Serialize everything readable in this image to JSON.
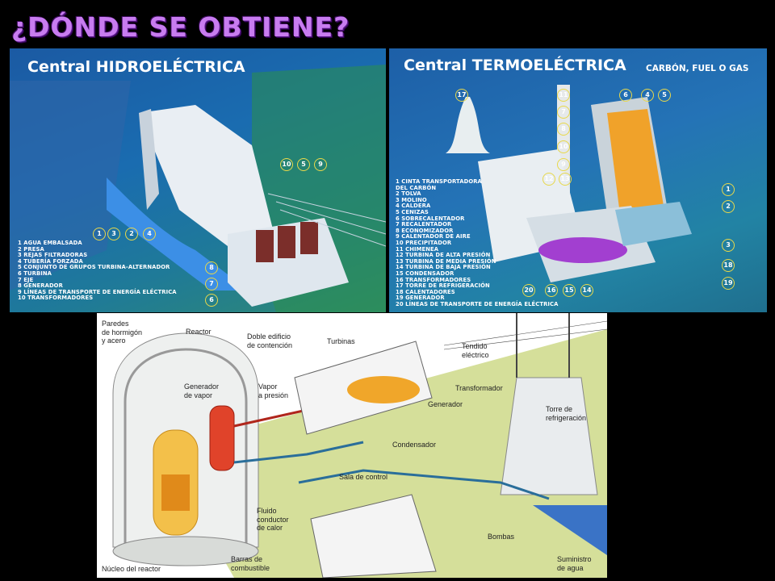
{
  "title": "¿DÓNDE SE OBTIENE?",
  "hydro": {
    "title": "Central HIDROELÉCTRICA",
    "markers": [
      "1",
      "3",
      "2",
      "4",
      "10",
      "5",
      "9",
      "8",
      "7",
      "6"
    ],
    "legend": [
      "1  AGUA EMBALSADA",
      "2  PRESA",
      "3  REJAS FILTRADORAS",
      "4  TUBERÍA FORZADA",
      "5  CONJUNTO DE GRUPOS TURBINA-ALTERNADOR",
      "6  TURBINA",
      "7  EJE",
      "8  GENERADOR",
      "9  LÍNEAS DE TRANSPORTE DE ENERGÍA ELÉCTRICA",
      "10 TRANSFORMADORES"
    ]
  },
  "thermo": {
    "title": "Central TERMOELÉCTRICA",
    "subtitle": "CARBÓN, FUEL O GAS",
    "markers": [
      "17",
      "11",
      "6",
      "4",
      "5",
      "7",
      "8",
      "10",
      "9",
      "12",
      "13",
      "1",
      "2",
      "3",
      "18",
      "19",
      "20",
      "16",
      "15",
      "14"
    ],
    "legend": [
      "1  CINTA TRANSPORTADORA",
      "    DEL CARBÓN",
      "2  TOLVA",
      "3  MOLINO",
      "4  CALDERA",
      "5  CENIZAS",
      "6  SOBRECALENTADOR",
      "7  RECALENTADOR",
      "8  ECONOMIZADOR",
      "9  CALENTADOR DE AIRE",
      "10 PRECIPITADOR",
      "11 CHIMENEA",
      "12 TURBINA DE ALTA PRESIÓN",
      "13 TURBINA DE MEDIA PRESIÓN",
      "14 TURBINA DE BAJA PRESIÓN",
      "15 CONDENSADOR",
      "16 TRANSFORMADORES",
      "17 TORRE DE REFRIGERACIÓN",
      "18 CALENTADORES",
      "19 GENERADOR",
      "20 LÍNEAS DE TRANSPORTE DE ENERGÍA ELÉCTRICA"
    ]
  },
  "nuclear": {
    "labels": {
      "paredes": "Paredes\nde hormigón\ny acero",
      "reactor": "Reactor",
      "doble": "Doble edificio\nde contención",
      "turbinas": "Turbinas",
      "tendido": "Tendido\neléctrico",
      "generador_vapor": "Generador\nde vapor",
      "vapor": "Vapor\na presión",
      "generador": "Generador",
      "transformador": "Transformador",
      "torre": "Torre de\nrefrigeración",
      "condensador": "Condensador",
      "sala": "Sala de control",
      "fluido": "Fluido\nconductor\nde calor",
      "bombas": "Bombas",
      "nucleo": "Núcleo del reactor",
      "barras": "Barras de\ncombustible",
      "suministro": "Suministro\nde agua"
    }
  },
  "colors": {
    "title": "#c87cf0",
    "marker": "#e8d84a",
    "hot_pipe": "#b0261c",
    "cold_pipe": "#2a6e9a"
  }
}
